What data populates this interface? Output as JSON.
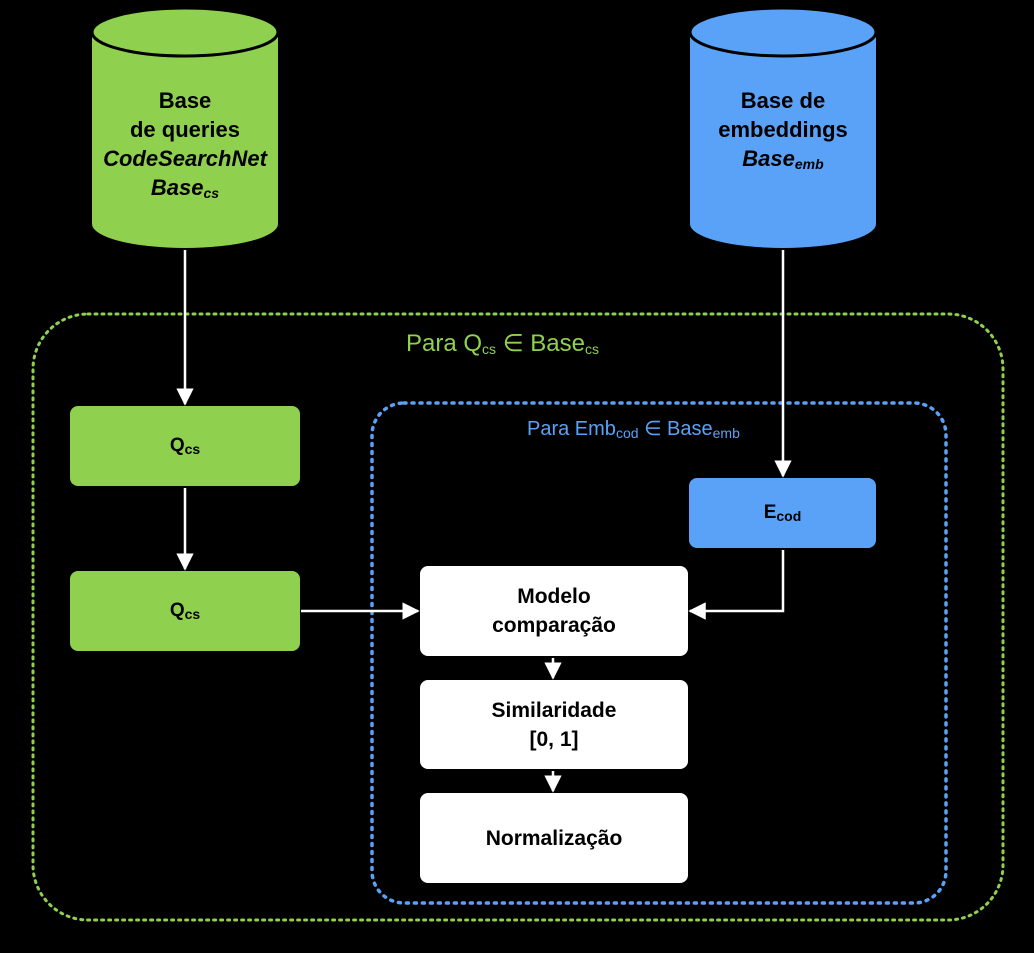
{
  "databases": {
    "queries": {
      "line1": "Base",
      "line2": "de queries",
      "line3": "CodeSearchNet",
      "line4_main": "Base",
      "line4_sub": "cs",
      "color": "#8fd14f"
    },
    "embeddings": {
      "line1": "Base de",
      "line2": "embeddings",
      "line3_main": "Base",
      "line3_sub": "emb",
      "color": "#5aa2f8"
    }
  },
  "outer_loop": {
    "prefix": "Para Q",
    "sub1": "cs",
    "middle": " ∈ Base",
    "sub2": "cs",
    "color": "#8fd14f"
  },
  "inner_loop": {
    "prefix": "Para Emb",
    "sub1": "cod",
    "middle": " ∈ Base",
    "sub2": "emb",
    "color": "#5aa2f8"
  },
  "nodes": {
    "qcs_1": {
      "main": "Q",
      "sub": "cs"
    },
    "qcs_2": {
      "main": "Q",
      "sub": "cs"
    },
    "ecod": {
      "main": "E",
      "sub": "cod"
    },
    "modelo": {
      "line1": "Modelo",
      "line2": "comparação"
    },
    "similaridade": {
      "line1": "Similaridade",
      "line2": "[0, 1]"
    },
    "normalizacao": {
      "line1": "Normalização"
    }
  }
}
